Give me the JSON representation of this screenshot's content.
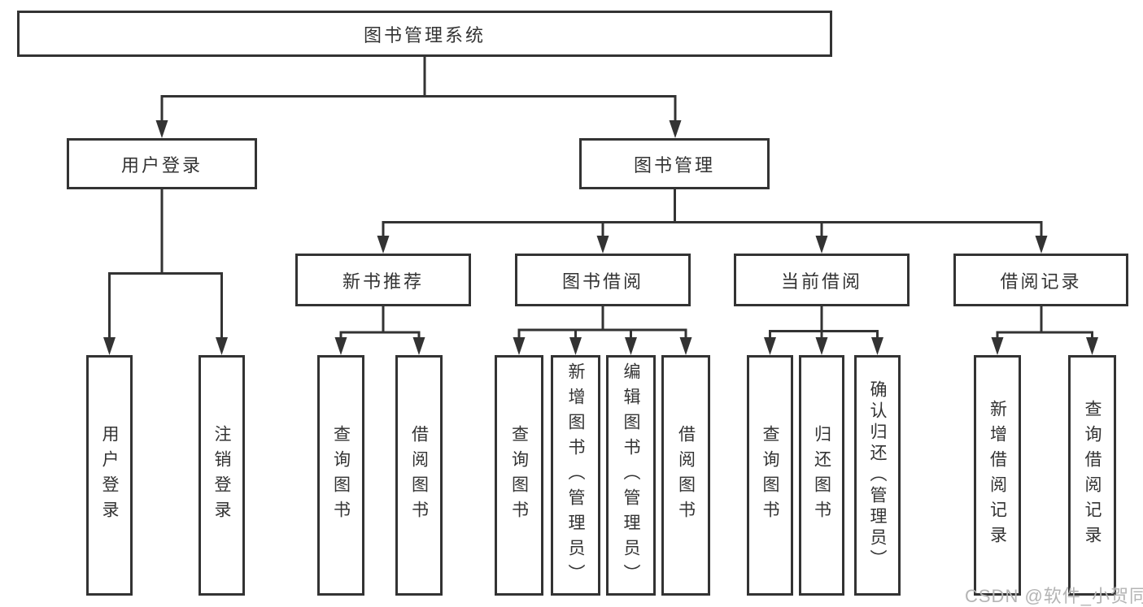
{
  "page": {
    "background": "#ffffff",
    "line_color": "#333333",
    "box_border_color": "#333333",
    "text_color": "#333333"
  },
  "watermark": {
    "text": "CSDN @软件_小贺同学",
    "color": "#b4b4b4"
  },
  "diagram": {
    "root": {
      "label": "图书管理系统"
    },
    "level2": [
      {
        "label": "用户登录"
      },
      {
        "label": "图书管理"
      }
    ],
    "level3": [
      {
        "label": "新书推荐"
      },
      {
        "label": "图书借阅"
      },
      {
        "label": "当前借阅"
      },
      {
        "label": "借阅记录"
      }
    ],
    "leaves": {
      "user_login": [
        "用户登录",
        "注销登录"
      ],
      "new_book_recommend": [
        "查询图书",
        "借阅图书"
      ],
      "book_borrow": [
        "查询图书",
        "新增图书（管理员）",
        "编辑图书（管理员）",
        "借阅图书"
      ],
      "current_borrow": [
        "查询图书",
        "归还图书",
        "确认归还（管理员）"
      ],
      "borrow_records": [
        "新增借阅记录",
        "查询借阅记录"
      ]
    }
  }
}
